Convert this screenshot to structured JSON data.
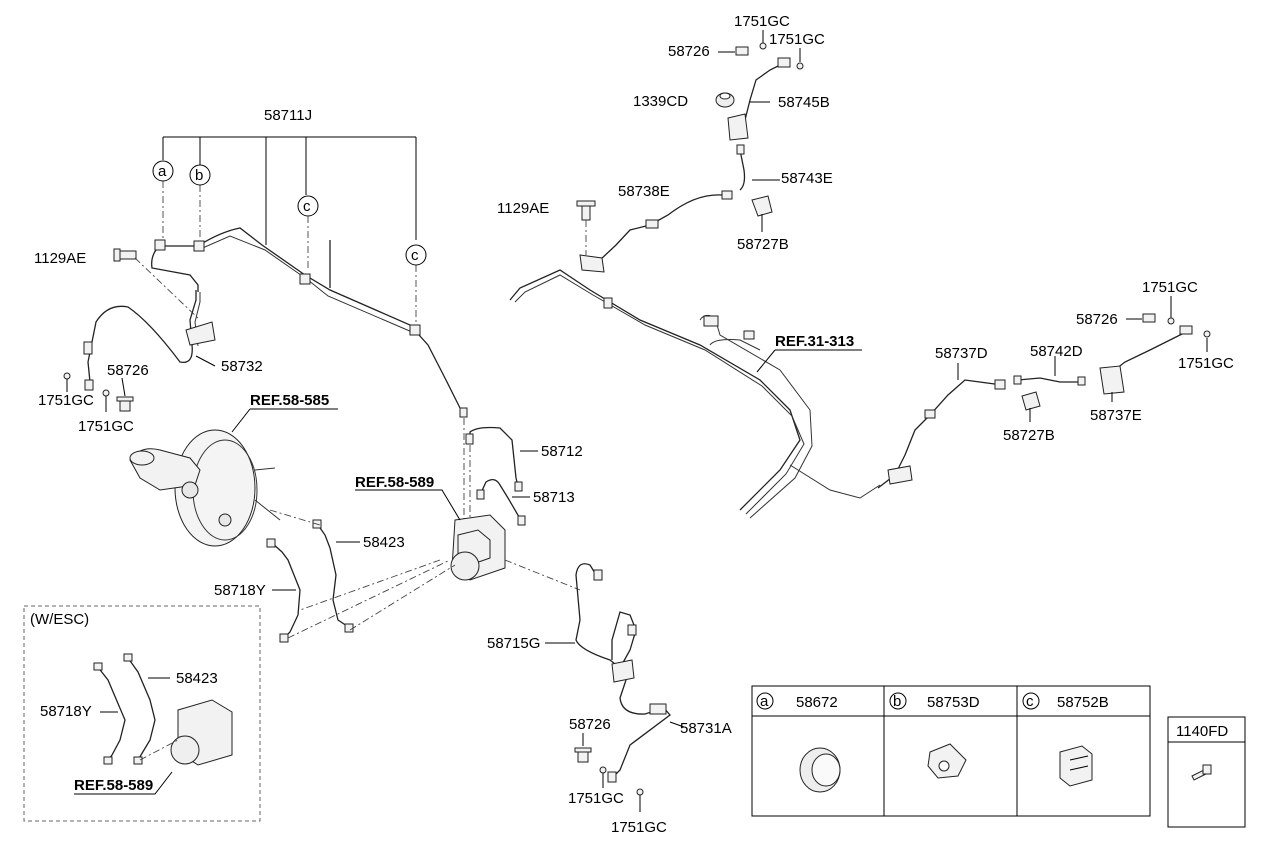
{
  "diagram_title": "",
  "callouts": {
    "p58711J": "58711J",
    "p1129AE_left": "1129AE",
    "p58732": "58732",
    "p58726_left": "58726",
    "p1751GC_left1": "1751GC",
    "p1751GC_left2": "1751GC",
    "ref58585": "REF.58-585",
    "ref58589_main": "REF.58-589",
    "p58712": "58712",
    "p58713": "58713",
    "p58423_main": "58423",
    "p58718Y_main": "58718Y",
    "wesc": "(W/ESC)",
    "p58423_esc": "58423",
    "p58718Y_esc": "58718Y",
    "ref58589_esc": "REF.58-589",
    "p58715G": "58715G",
    "p58726_bottom": "58726",
    "p58731A": "58731A",
    "p1751GC_bot1": "1751GC",
    "p1751GC_bot2": "1751GC",
    "p1751GC_top1": "1751GC",
    "p58726_top": "58726",
    "p1751GC_top2": "1751GC",
    "p1339CD": "1339CD",
    "p58745B": "58745B",
    "p58743E": "58743E",
    "p1129AE_mid": "1129AE",
    "p58738E": "58738E",
    "p58727B_top": "58727B",
    "ref31313": "REF.31-313",
    "p1751GC_right1": "1751GC",
    "p58726_right": "58726",
    "p1751GC_right2": "1751GC",
    "p58737D": "58737D",
    "p58742D": "58742D",
    "p58727B_right": "58727B",
    "p58737E": "58737E"
  },
  "markers": {
    "a": "a",
    "b": "b",
    "c1": "c",
    "c2": "c"
  },
  "legend": [
    {
      "key": "a",
      "part": "58672"
    },
    {
      "key": "b",
      "part": "58753D"
    },
    {
      "key": "c",
      "part": "58752B"
    }
  ],
  "extra_part": "1140FD"
}
